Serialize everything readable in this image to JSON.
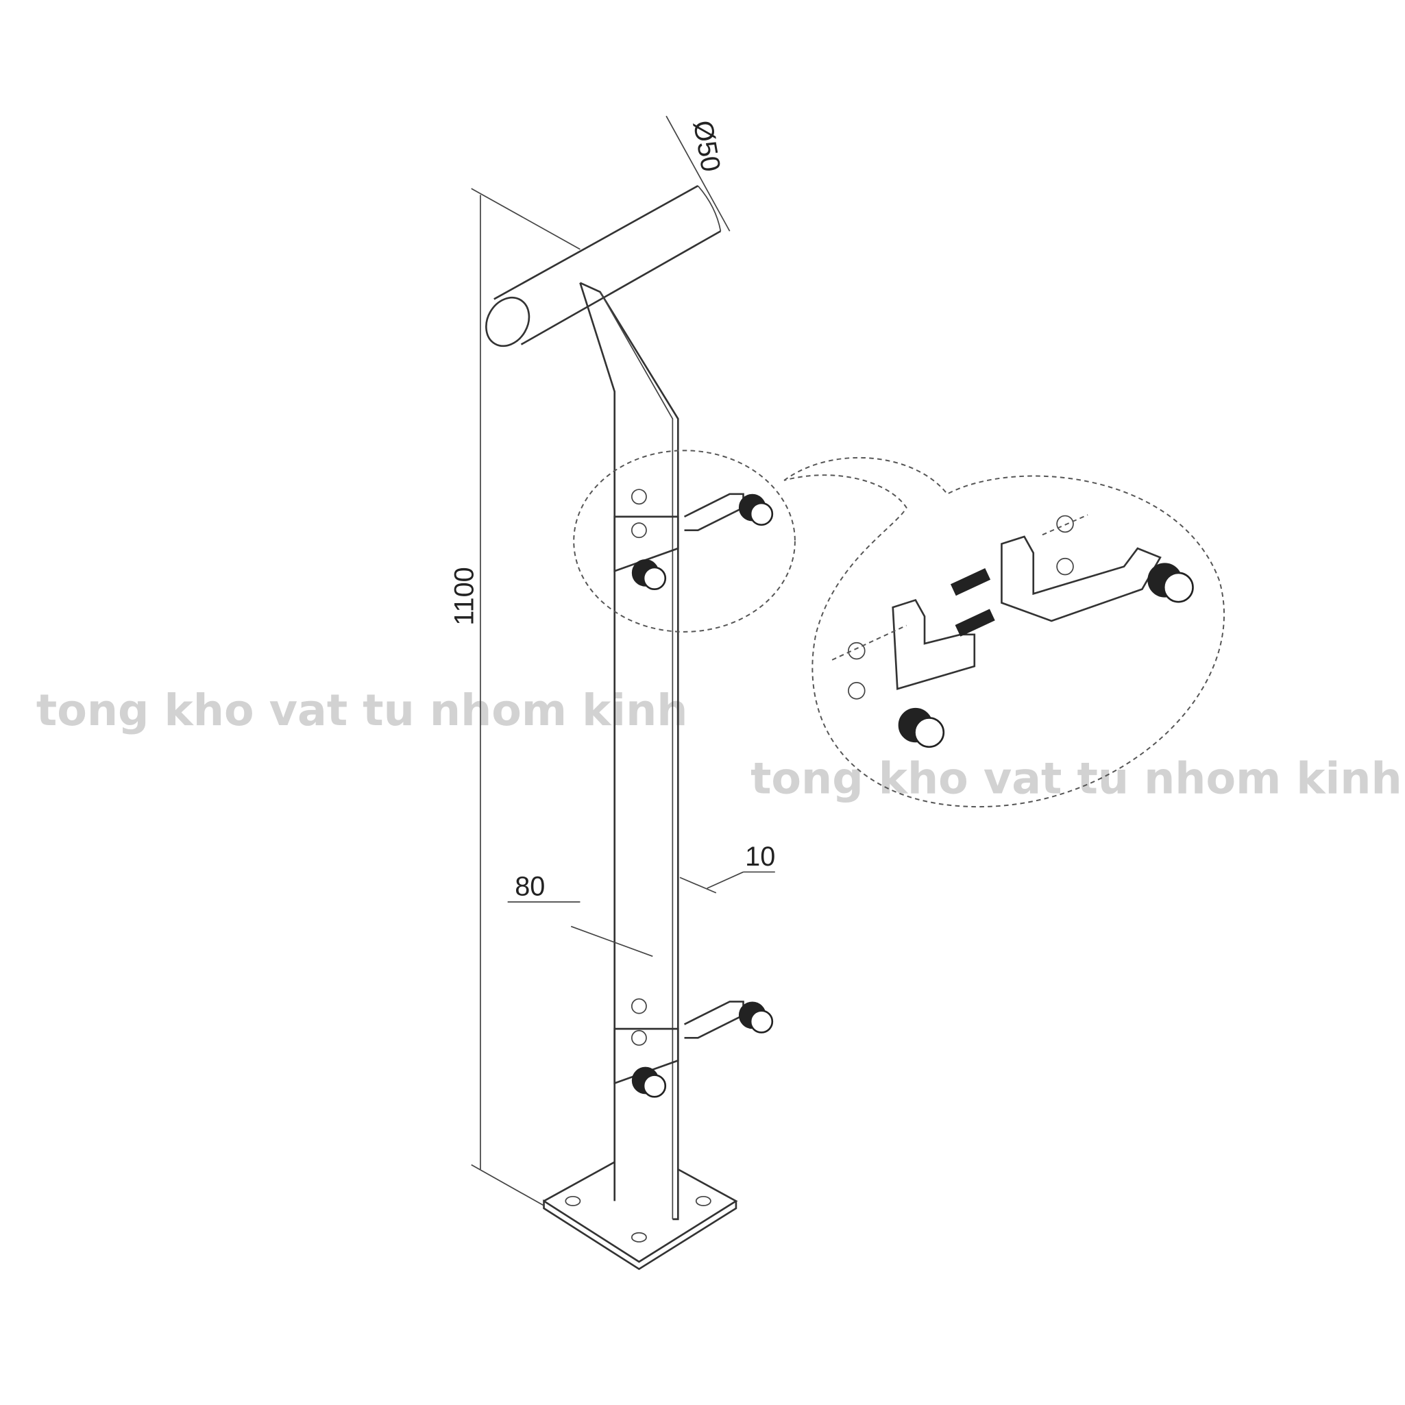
{
  "dimensions": {
    "diameter": "Ø50",
    "height": "1100",
    "width": "80",
    "thickness": "10"
  },
  "watermark": {
    "left": "tong kho vat tu nhom kinh",
    "right": "tong kho vat tu nhom kinh"
  }
}
